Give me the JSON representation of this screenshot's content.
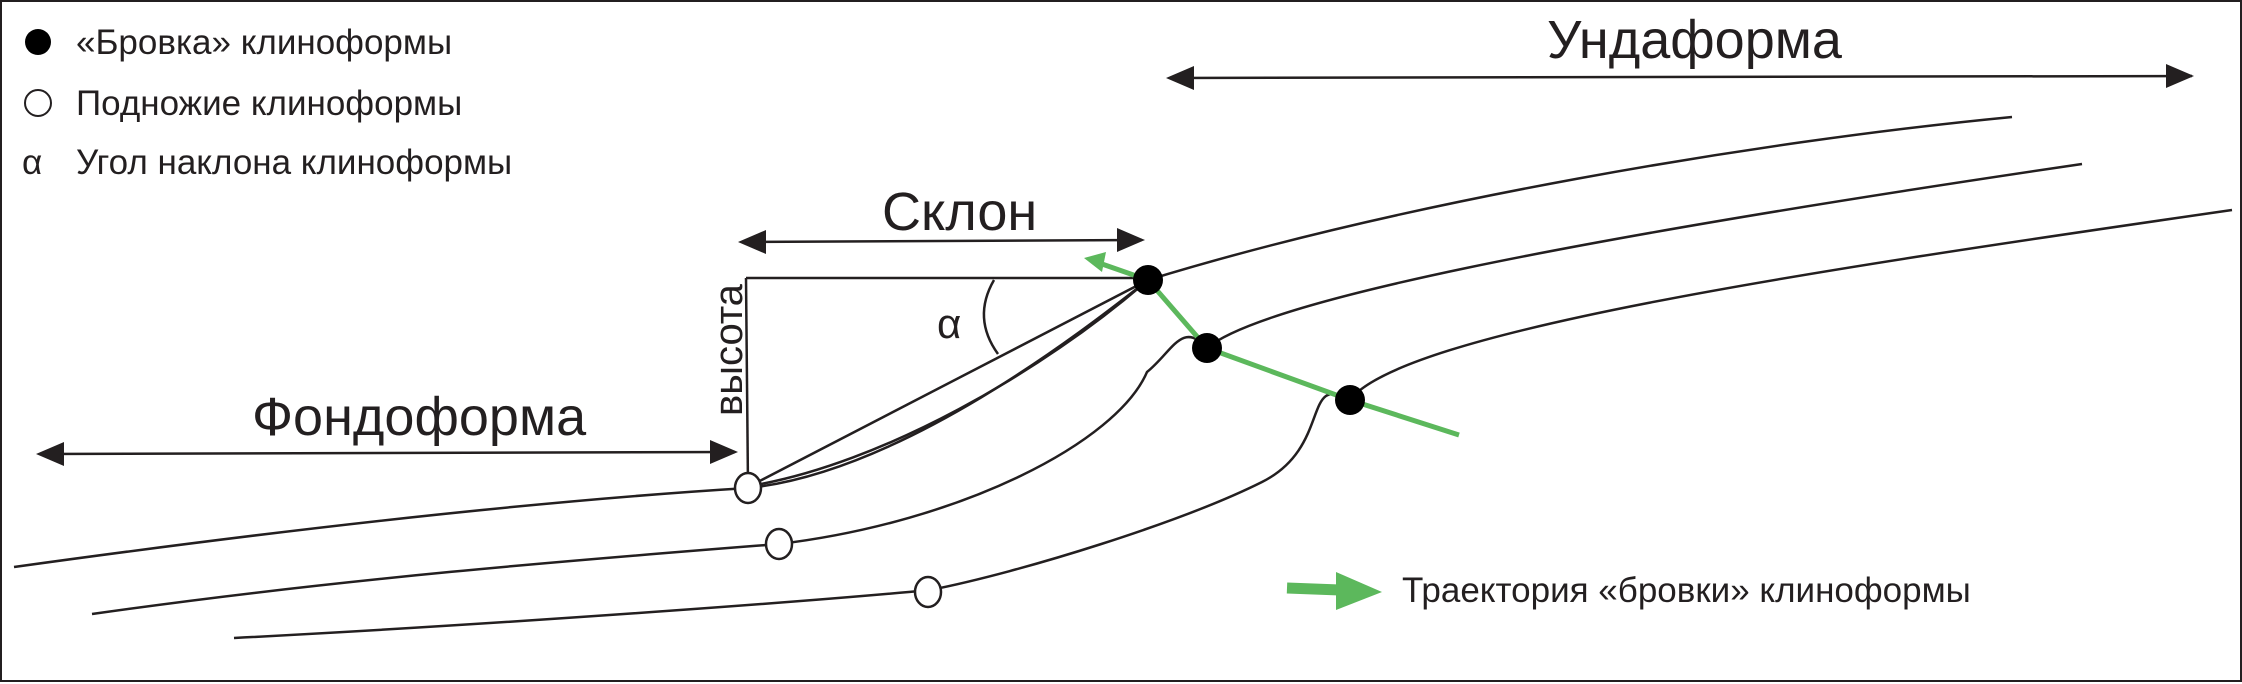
{
  "legend": {
    "items": [
      {
        "icon": "filled-circle-icon",
        "label": "«Бровка» клиноформы"
      },
      {
        "icon": "hollow-circle-icon",
        "label": "Подножие клиноформы"
      },
      {
        "icon": "alpha-icon",
        "symbol": "α",
        "label": "Угол наклона клиноформы"
      }
    ],
    "trajectory": {
      "icon": "green-arrow-icon",
      "label": "Траектория «бровки» клиноформы"
    }
  },
  "labels": {
    "undaform": "Ундаформа",
    "slope": "Склон",
    "fondoform": "Фондоформа",
    "height": "высота",
    "alpha": "α"
  },
  "colors": {
    "line": "#231f20",
    "trajectory": "#5cb85c",
    "background": "#ffffff"
  }
}
